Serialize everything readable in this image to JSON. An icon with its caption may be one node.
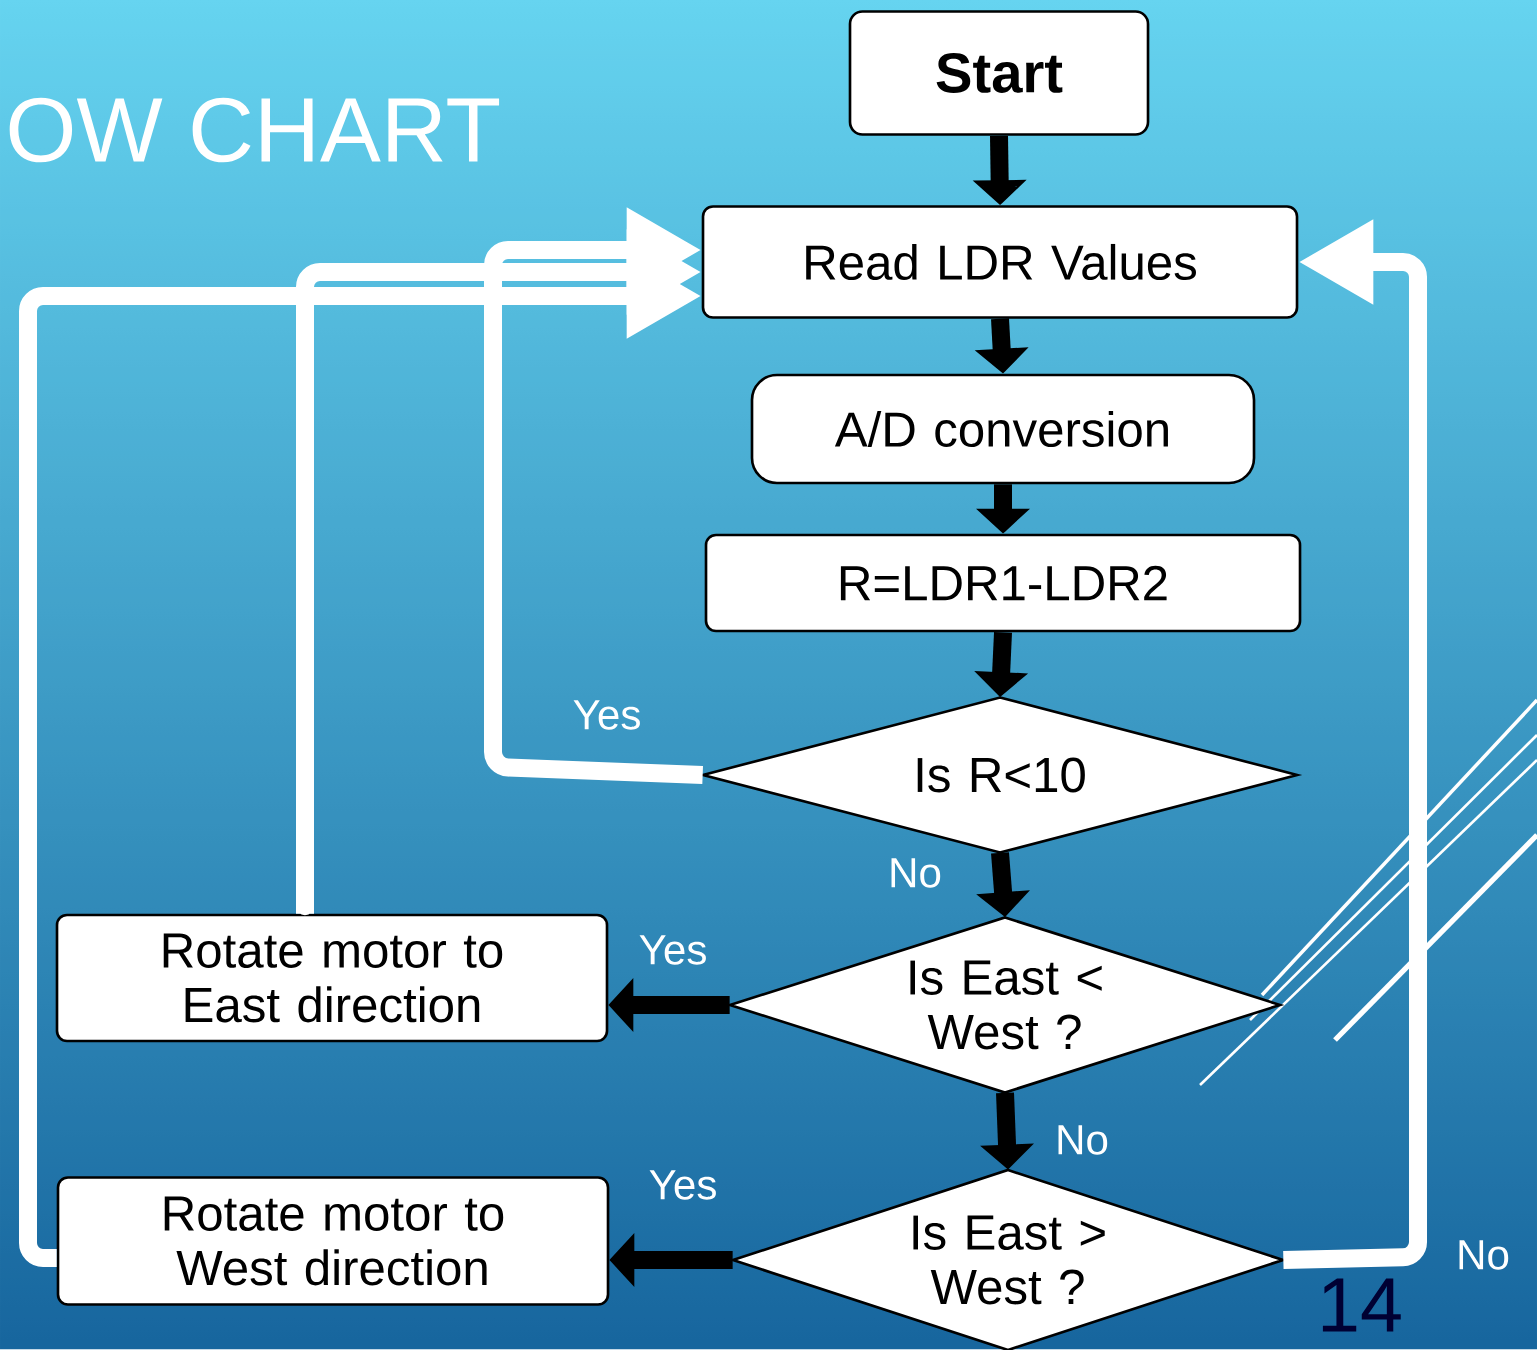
{
  "diagram": {
    "title": "OW CHART",
    "nodes": [
      {
        "text": [
          "Start"
        ]
      },
      {
        "text": [
          "Read LDR Values"
        ]
      },
      {
        "text": [
          "A/D conversion"
        ]
      },
      {
        "text": [
          "R=LDR1-LDR2"
        ]
      },
      {
        "text": [
          "Is R<10"
        ]
      },
      {
        "text": [
          "Is East < West ?"
        ]
      },
      {
        "text": [
          "Rotate motor to East direction"
        ]
      },
      {
        "text": [
          "Is East > West ?"
        ]
      },
      {
        "text": [
          "Rotate motor to West direction"
        ]
      }
    ],
    "edges": [
      {
        "from": 0,
        "to": 1,
        "arrow": "to"
      },
      {
        "from": 1,
        "to": 2,
        "arrow": "to"
      },
      {
        "from": 2,
        "to": 3,
        "arrow": "to"
      },
      {
        "from": 3,
        "to": 4,
        "arrow": "to"
      },
      {
        "from": 4,
        "to": 5,
        "arrow": "to",
        "label": "No"
      },
      {
        "from": 5,
        "to": 6,
        "arrow": "to",
        "label": "Yes"
      },
      {
        "from": 5,
        "to": 7,
        "arrow": "to",
        "label": "No"
      },
      {
        "from": 7,
        "to": 8,
        "arrow": "to",
        "label": "Yes"
      },
      {
        "from": 4,
        "to": 1,
        "arrow": "to",
        "label": "Yes",
        "color": "#ffffff"
      },
      {
        "from": 6,
        "to": 1,
        "arrow": "to",
        "color": "#ffffff"
      },
      {
        "from": 8,
        "to": 1,
        "arrow": "to",
        "color": "#ffffff"
      },
      {
        "from": 7,
        "to": 1,
        "arrow": "to",
        "label": "No",
        "color": "#ffffff"
      }
    ],
    "labels": [
      "14"
    ]
  }
}
